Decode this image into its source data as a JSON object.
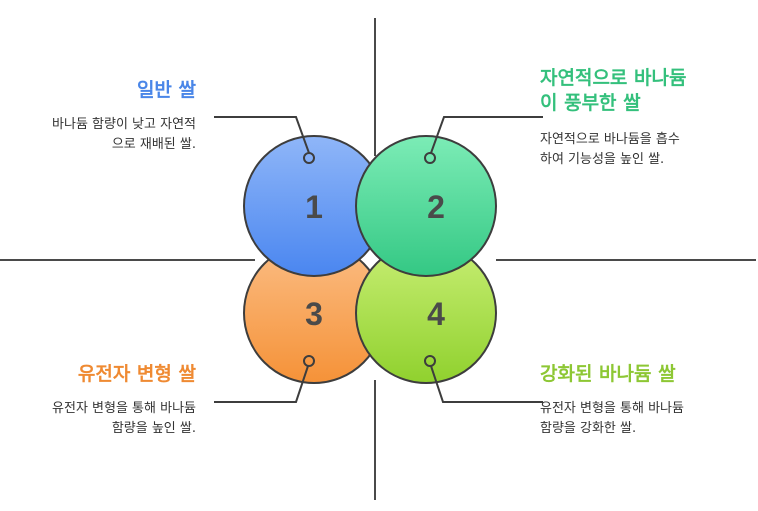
{
  "colors": {
    "c1": "#5b8ff0",
    "c2": "#3fd18e",
    "c3": "#f59a4a",
    "c4": "#9fd83f",
    "t1": "#4a86e8",
    "t2": "#34c07c",
    "t3": "#ef8a32",
    "t4": "#8dc734"
  },
  "items": [
    {
      "number": "1",
      "title": [
        "일반 쌀"
      ],
      "desc": [
        "바나듐 함량이 낮고 자연적",
        "으로 재배된 쌀."
      ]
    },
    {
      "number": "2",
      "title": [
        "자연적으로 바나듐",
        "이 풍부한 쌀"
      ],
      "desc": [
        "자연적으로 바나듐을 흡수",
        "하여 기능성을 높인 쌀."
      ]
    },
    {
      "number": "3",
      "title": [
        "유전자 변형 쌀"
      ],
      "desc": [
        "유전자 변형을 통해 바나듐",
        "함량을 높인 쌀."
      ]
    },
    {
      "number": "4",
      "title": [
        "강화된 바나듐 쌀"
      ],
      "desc": [
        "유전자 변형을 통해 바나듐",
        "함량을 강화한 쌀."
      ]
    }
  ]
}
